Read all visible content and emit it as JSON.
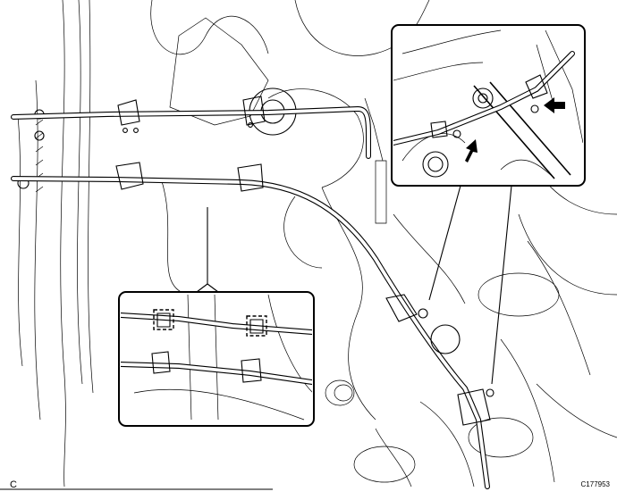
{
  "figure": {
    "view_label": "C",
    "figure_code": "C177953"
  },
  "insets": {
    "top_right": {
      "arrows": 2
    },
    "bottom_left": {
      "dashed_clamp_boxes": 2
    }
  }
}
